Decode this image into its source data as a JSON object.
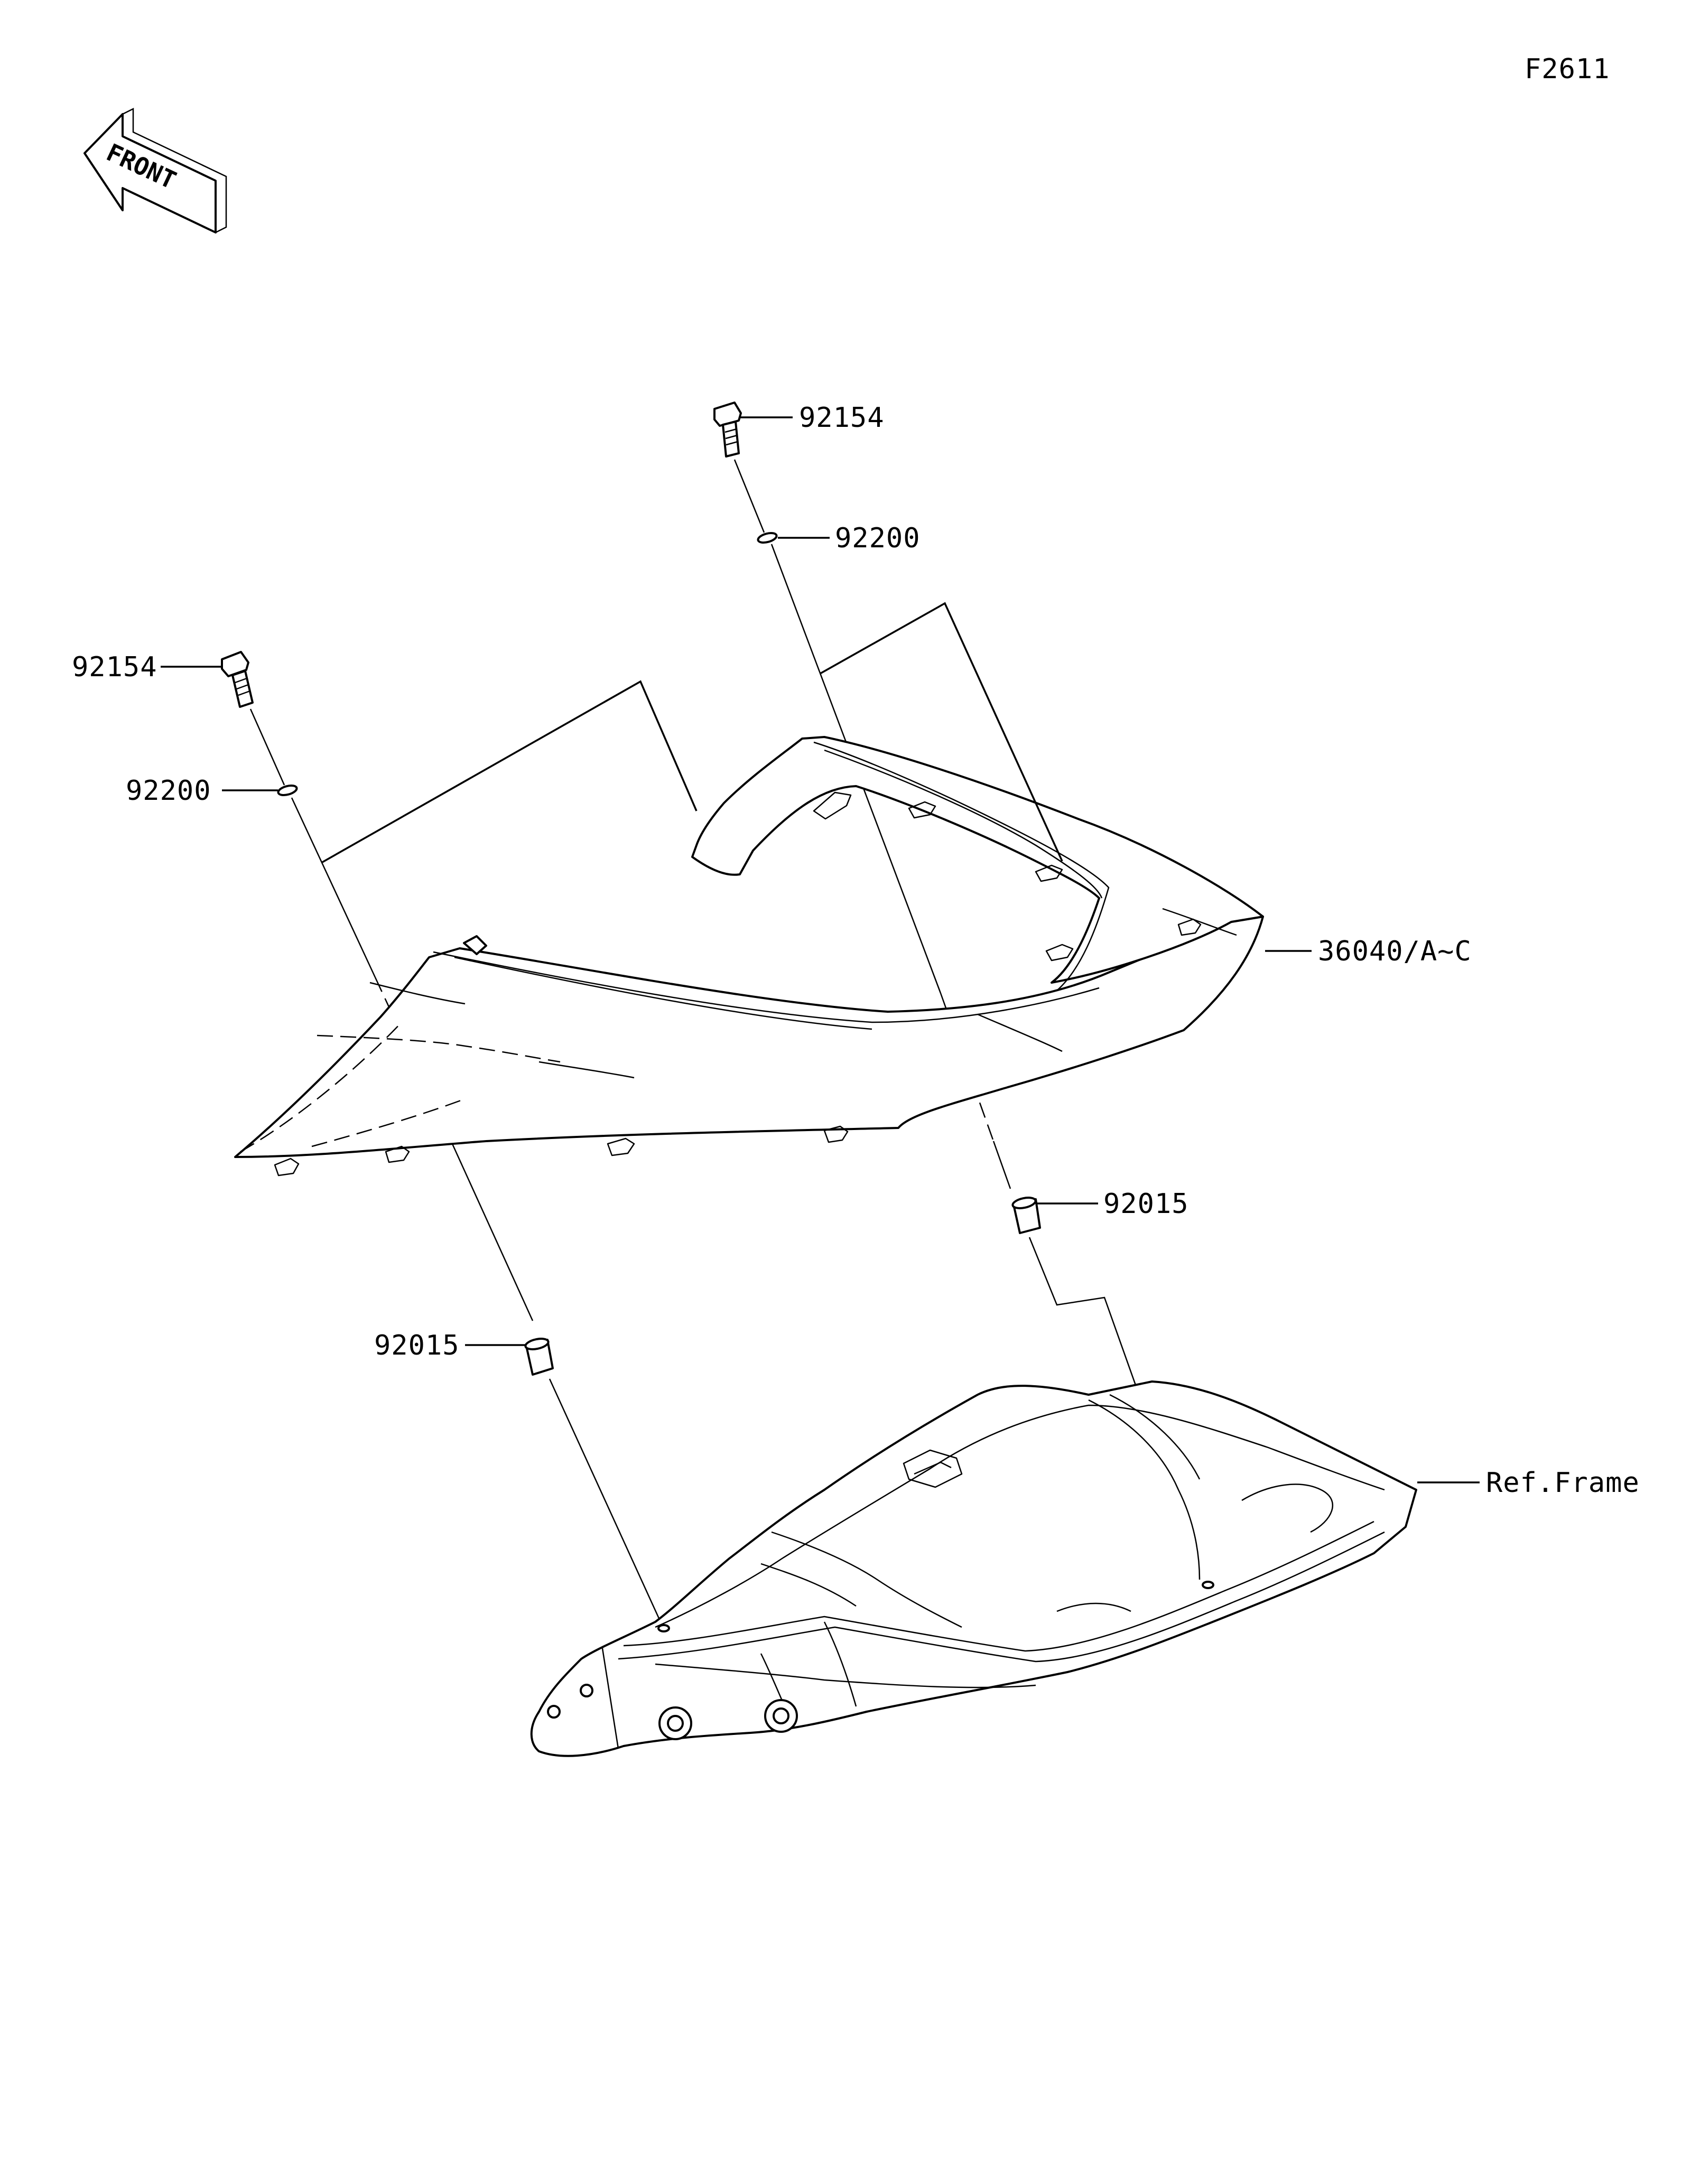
{
  "figure_code": "F2611",
  "front_label": "FRONT",
  "labels": {
    "bolt_upper": "92154",
    "washer_upper": "92200",
    "bolt_left": "92154",
    "washer_left": "92200",
    "cover": "36040/A~C",
    "collar_right": "92015",
    "collar_left": "92015",
    "frame": "Ref.Frame"
  }
}
